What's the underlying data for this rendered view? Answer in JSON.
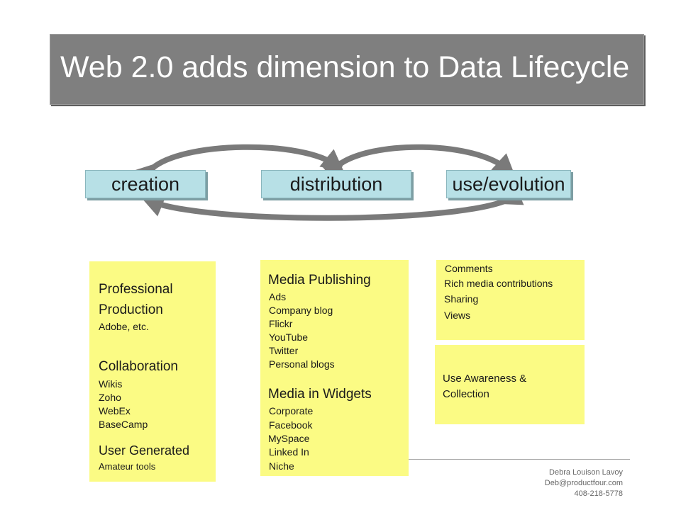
{
  "title": "Web 2.0 adds dimension to Data Lifecycle",
  "stages": [
    "creation",
    "distribution",
    "use/evolution"
  ],
  "creation_box": {
    "professional_heading": [
      "Professional",
      "Production"
    ],
    "professional_note": "Adobe, etc.",
    "collaboration_heading": "Collaboration",
    "collaboration_items": [
      "Wikis",
      "Zoho",
      "WebEx",
      "BaseCamp"
    ],
    "user_generated_heading": "User Generated",
    "user_generated_note": "Amateur tools"
  },
  "distribution_box": {
    "media_publishing_heading": "Media Publishing",
    "media_publishing_items": [
      "Ads",
      "Company blog",
      "Flickr",
      "YouTube",
      "Twitter",
      "Personal blogs"
    ],
    "widgets_heading": "Media in Widgets",
    "widgets_items": [
      "Corporate",
      "Facebook",
      "MySpace",
      "Linked In",
      "Niche"
    ]
  },
  "use_box": {
    "items": [
      "Comments",
      "Rich media contributions",
      "Sharing",
      "Views"
    ]
  },
  "awareness_box": {
    "lines": [
      "Use Awareness &",
      "Collection"
    ]
  },
  "footer": {
    "name": "Debra Louison Lavoy",
    "email": "Deb@productfour.com",
    "phone": "408-218-5778"
  },
  "colors": {
    "title_bar": "#7f7f7f",
    "stage_fill": "#b7e0e6",
    "note_fill": "#fbfb84",
    "arrow": "#7a7a7a"
  }
}
